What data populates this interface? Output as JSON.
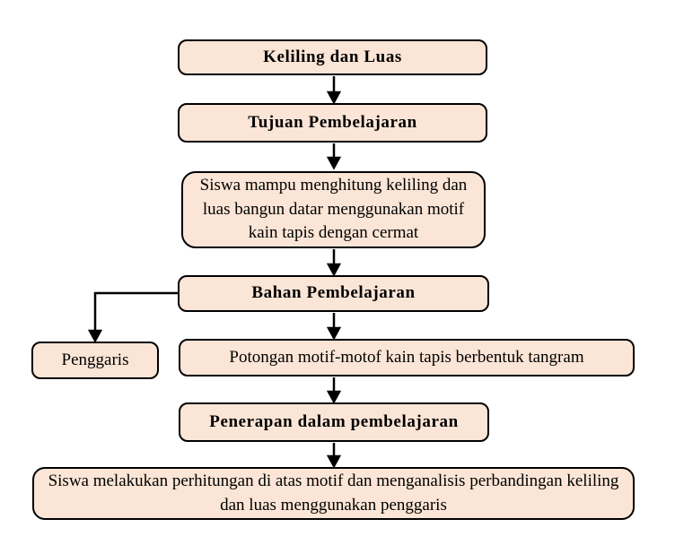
{
  "diagram": {
    "type": "flowchart",
    "colors": {
      "box_fill": "#FBE5D6",
      "box_border": "#000000",
      "text": "#000000",
      "background": "#FFFFFF",
      "connector": "#000000"
    },
    "nodes": {
      "title": "Keliling dan Luas",
      "tujuan": "Tujuan Pembelajaran",
      "tujuan_desc": "Siswa mampu menghitung keliling dan luas bangun datar menggunakan motif kain tapis dengan cermat",
      "bahan": "Bahan Pembelajaran",
      "penggaris": "Penggaris",
      "potongan": "Potongan motif-motof kain tapis berbentuk tangram",
      "penerapan": "Penerapan dalam pembelajaran",
      "penerapan_desc": "Siswa melakukan perhitungan di atas motif dan menganalisis perbandingan keliling dan luas menggunakan penggaris"
    }
  }
}
